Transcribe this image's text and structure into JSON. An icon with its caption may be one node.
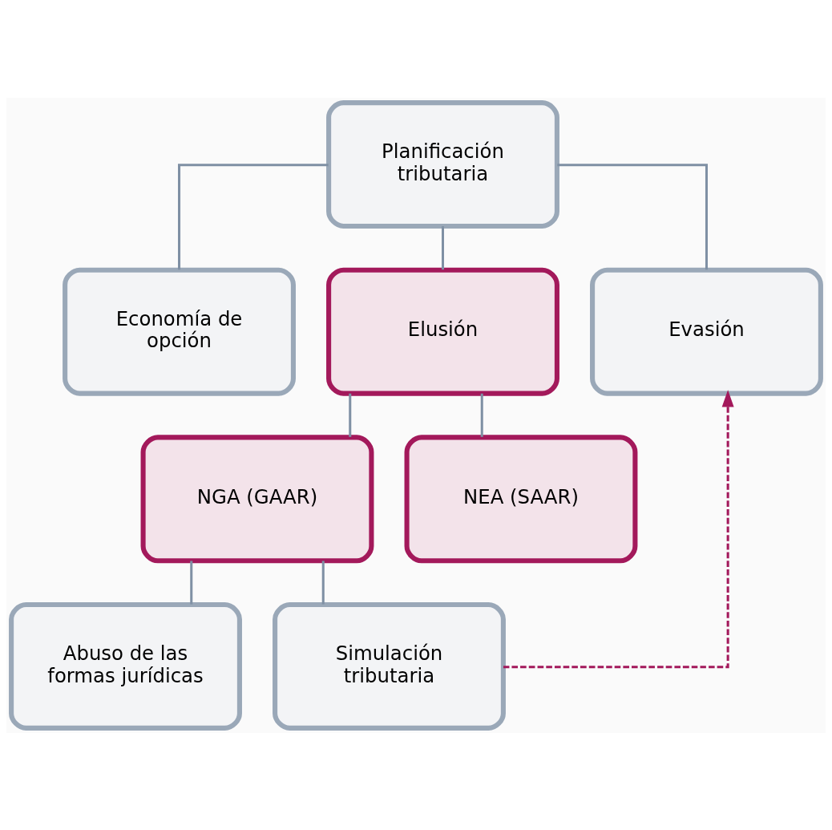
{
  "diagram": {
    "nodes": [
      {
        "text": [
          "Planificación tributaria"
        ]
      },
      {
        "text": [
          "Economía de opción"
        ]
      },
      {
        "text": [
          "Elusión"
        ]
      },
      {
        "text": [
          "Evasión"
        ]
      },
      {
        "text": [
          "NGA (GAAR)"
        ]
      },
      {
        "text": [
          "NEA (SAAR)"
        ]
      },
      {
        "text": [
          "Abuso de las formas jurídicas"
        ]
      },
      {
        "text": [
          "Simulación tributaria"
        ]
      }
    ],
    "edges": [
      {
        "from": 0,
        "to": 1,
        "arrow": "none"
      },
      {
        "from": 0,
        "to": 2,
        "arrow": "none"
      },
      {
        "from": 0,
        "to": 3,
        "arrow": "none"
      },
      {
        "from": 2,
        "to": 4,
        "arrow": "none"
      },
      {
        "from": 2,
        "to": 5,
        "arrow": "none"
      },
      {
        "from": 4,
        "to": 6,
        "arrow": "none"
      },
      {
        "from": 4,
        "to": 7,
        "arrow": "none"
      },
      {
        "from": 7,
        "to": 3,
        "arrow": "to",
        "style": "dashed",
        "color": "#a3195b"
      }
    ]
  }
}
